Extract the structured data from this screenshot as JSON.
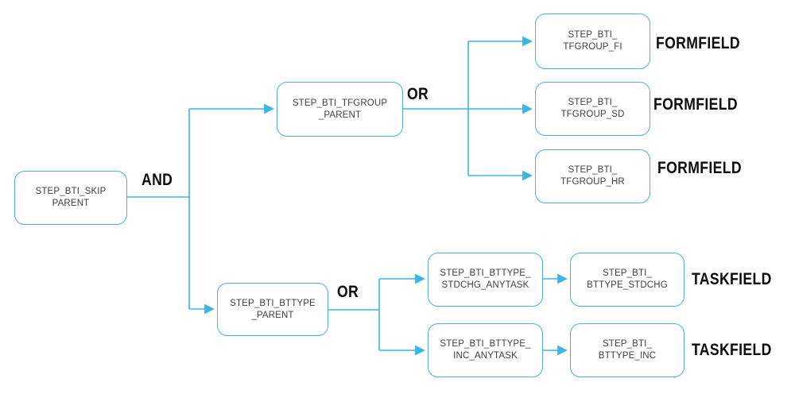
{
  "diagram": {
    "nodes": {
      "skip_parent": {
        "label": "STEP_BTI_SKIP\nPARENT"
      },
      "tfgroup_parent": {
        "label": "STEP_BTI_TFGROUP\n_PARENT"
      },
      "tfgroup_fi": {
        "label": "STEP_BTI_\nTFGROUP_FI"
      },
      "tfgroup_sd": {
        "label": "STEP_BTI_\nTFGROUP_SD"
      },
      "tfgroup_hr": {
        "label": "STEP_BTI_\nTFGROUP_HR"
      },
      "bttype_parent": {
        "label": "STEP_BTI_BTTYPE\n_PARENT"
      },
      "stdchg_anytask": {
        "label": "STEP_BTI_BTTYPE_\nSTDCHG_ANYTASK"
      },
      "bttype_stdchg": {
        "label": "STEP_BTI_\nBTTYPE_STDCHG"
      },
      "inc_anytask": {
        "label": "STEP_BTI_BTTYPE_\nINC_ANYTASK"
      },
      "bttype_inc": {
        "label": "STEP_BTI_\nBTTYPE_INC"
      }
    },
    "operators": {
      "and": "AND",
      "or_top": "OR",
      "or_bottom": "OR"
    },
    "annotations": {
      "formfield_fi": "FORMFIELD",
      "formfield_sd": "FORMFIELD",
      "formfield_hr": "FORMFIELD",
      "taskfield_stdchg": "TASKFIELD",
      "taskfield_inc": "TASKFIELD"
    },
    "colors": {
      "connector_line": "#3cb4e7",
      "node_border": "#4fafd6",
      "node_text": "#3f3f3f",
      "label_text": "#0d0d0d",
      "background": "#ffffff"
    }
  }
}
